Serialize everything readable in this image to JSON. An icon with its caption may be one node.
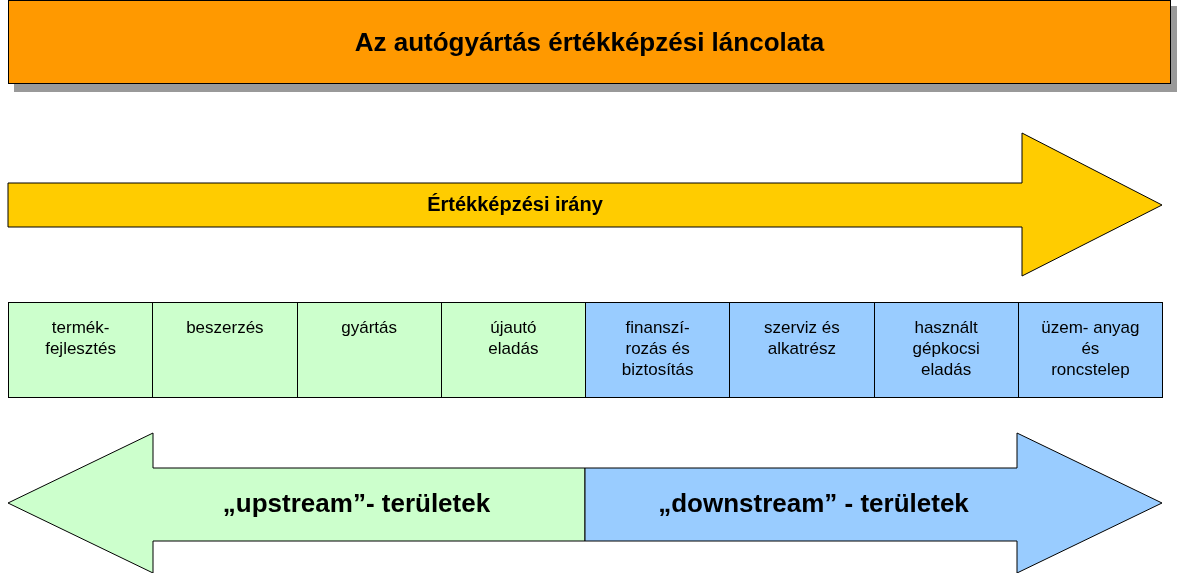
{
  "diagram": {
    "title": "Az autógyártás értékképzési láncolata",
    "nodes": [
      {
        "text": [
          "Értékképzési irány"
        ]
      },
      {
        "text": [
          "termék- fejlesztés"
        ]
      },
      {
        "text": [
          "beszerzés"
        ]
      },
      {
        "text": [
          "gyártás"
        ]
      },
      {
        "text": [
          "újautó eladás"
        ]
      },
      {
        "text": [
          "finanszí- rozás és biztosítás"
        ]
      },
      {
        "text": [
          "szerviz és alkatrész"
        ]
      },
      {
        "text": [
          "használt gépkocsi eladás"
        ]
      },
      {
        "text": [
          "üzem- anyag és roncstelep"
        ]
      },
      {
        "text": [
          "„upstream”- területek"
        ]
      },
      {
        "text": [
          "„downstream” - területek"
        ]
      }
    ],
    "edges": []
  }
}
